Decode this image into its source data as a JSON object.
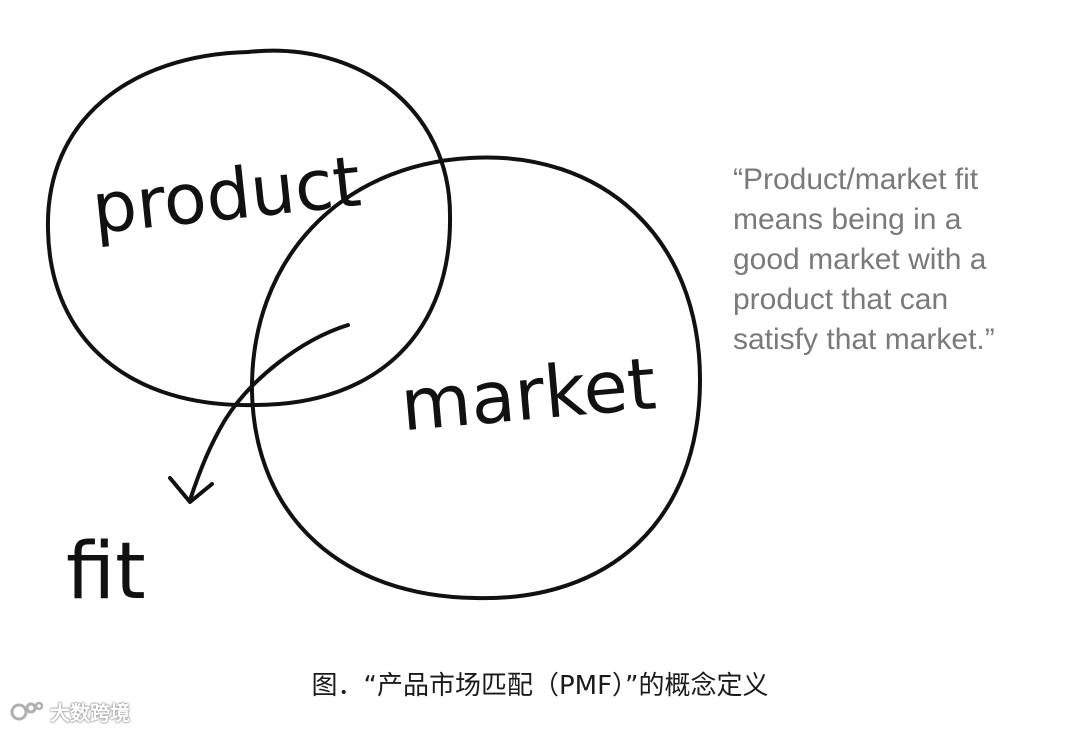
{
  "diagram": {
    "circle_labels": {
      "product": "product",
      "market": "market"
    },
    "pointer_label": "fit"
  },
  "quote": {
    "lines": [
      "“Product/market fit",
      "means being in a",
      "good market with a",
      "product that can",
      "satisfy that market.”"
    ]
  },
  "caption": "图．“产品市场匹配（PMF）”的概念定义",
  "watermark": {
    "text": "大数跨境"
  },
  "colors": {
    "ink": "#111111",
    "quote_text": "#7a7a7a",
    "caption_text": "#1a1a1a",
    "background": "#ffffff"
  }
}
